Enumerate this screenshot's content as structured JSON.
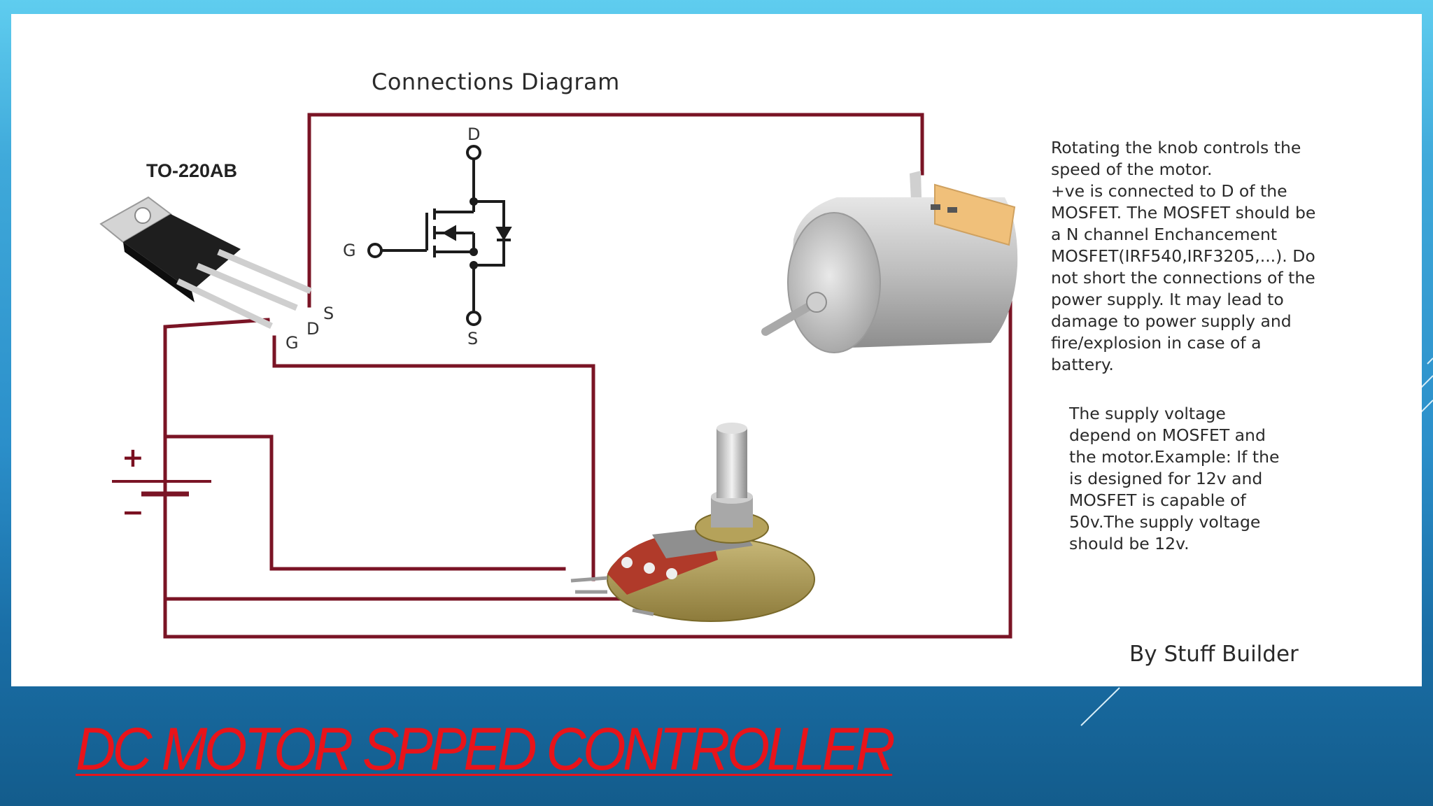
{
  "slide": {
    "title": "DC MOTOR SPPED CONTROLLER",
    "colors": {
      "title": "#e8141a",
      "wire": "#7a1425",
      "background": "#2b8fca"
    }
  },
  "diagram": {
    "title": "Connections Diagram",
    "package_label": "TO-220AB",
    "package_pins": {
      "s": "S",
      "d": "D",
      "g": "G"
    },
    "mosfet_symbol_pins": {
      "d": "D",
      "g": "G",
      "s": "S"
    },
    "battery": {
      "plus": "+",
      "minus": "−"
    }
  },
  "notes": {
    "paragraph1": "Rotating the knob controls the\nspeed of the motor.\n+ve is connected to D of the\nMOSFET. The MOSFET should be\na N channel Enchancement\nMOSFET(IRF540,IRF3205,...). Do\nnot short the connections of the\npower supply. It may lead to\ndamage to power supply and\nfire/explosion in case of a\nbattery.",
    "paragraph2": "The supply voltage\ndepend on MOSFET and\nthe motor.Example: If the\nis designed for 12v and\nMOSFET is capable of\n50v.The supply voltage\nshould be 12v."
  },
  "credit": "By Stuff Builder"
}
